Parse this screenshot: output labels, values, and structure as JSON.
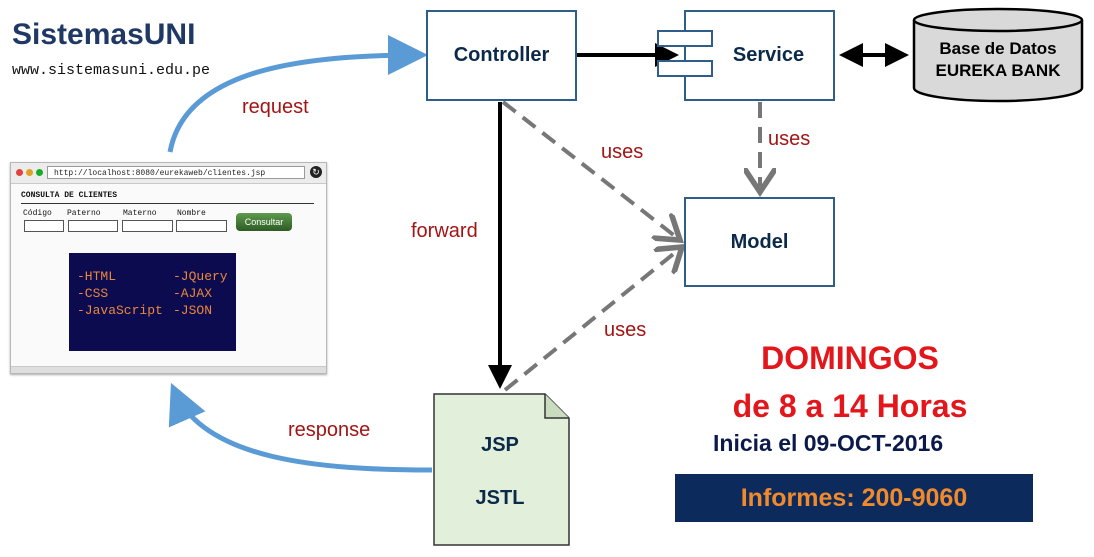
{
  "brand": {
    "title": "SistemasUNI",
    "url": "www.sistemasuni.edu.pe"
  },
  "nodes": {
    "controller": "Controller",
    "service": "Service",
    "database_line1": "Base de Datos",
    "database_line2": "EUREKA BANK",
    "model": "Model",
    "jsp": "JSP",
    "jstl": "JSTL"
  },
  "edges": {
    "request": "request",
    "response": "response",
    "forward": "forward",
    "uses_controller_model": "uses",
    "uses_service_model": "uses",
    "uses_jsp_model": "uses"
  },
  "browser": {
    "address": "http://localhost:8080/eurekaweb/clientes.jsp",
    "form_title": "CONSULTA DE CLIENTES",
    "fields": [
      "Código",
      "Paterno",
      "Materno",
      "Nombre"
    ],
    "button": "Consultar",
    "tech_left": [
      "-HTML",
      "-CSS",
      "-JavaScript"
    ],
    "tech_right": [
      "-JQuery",
      "-AJAX",
      "-JSON"
    ]
  },
  "promo": {
    "line1": "DOMINGOS",
    "line2": "de 8 a 14 Horas",
    "line3": "Inicia el 09-OCT-2016",
    "informes": "Informes: 200-9060"
  },
  "colors": {
    "arrow_blue": "#5b9bd5",
    "arrow_gray": "#777777",
    "label_red": "#a31515",
    "promo_red": "#e3161b",
    "navy": "#0c2a5c",
    "orange": "#f08a2c"
  }
}
